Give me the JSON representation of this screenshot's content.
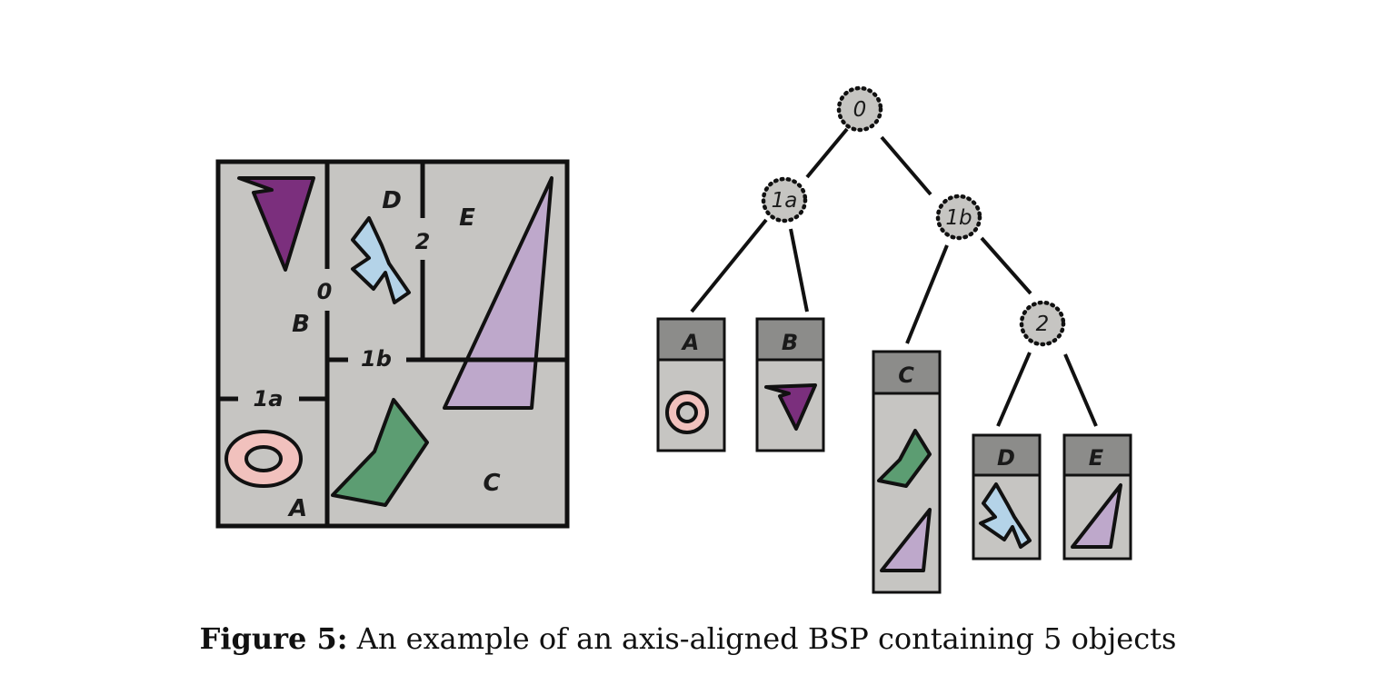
{
  "colors": {
    "region_fill": "#c6c5c2",
    "box_header": "#8c8c8a",
    "outline": "#111111",
    "object_A": "#f1c1bd",
    "object_B": "#7b2f7d",
    "object_C": "#5c9d72",
    "object_D": "#b4d3e8",
    "object_E": "#bea8cb"
  },
  "partition": {
    "split_labels": {
      "s0": "0",
      "s1a": "1a",
      "s1b": "1b",
      "s2": "2"
    },
    "region_labels": {
      "A": "A",
      "B": "B",
      "C": "C",
      "D": "D",
      "E": "E"
    }
  },
  "tree": {
    "nodes": [
      {
        "id": "0",
        "label": "0"
      },
      {
        "id": "1a",
        "label": "1a"
      },
      {
        "id": "1b",
        "label": "1b"
      },
      {
        "id": "2",
        "label": "2"
      }
    ],
    "leaves": [
      {
        "id": "A",
        "label": "A",
        "objects": [
          "object_A"
        ]
      },
      {
        "id": "B",
        "label": "B",
        "objects": [
          "object_B"
        ]
      },
      {
        "id": "C",
        "label": "C",
        "objects": [
          "object_C",
          "object_E"
        ]
      },
      {
        "id": "D",
        "label": "D",
        "objects": [
          "object_D"
        ]
      },
      {
        "id": "E",
        "label": "E",
        "objects": [
          "object_E"
        ]
      }
    ]
  },
  "caption": {
    "figure_number": "Figure 5:",
    "text": "An example of an axis-aligned BSP containing 5 objects"
  }
}
